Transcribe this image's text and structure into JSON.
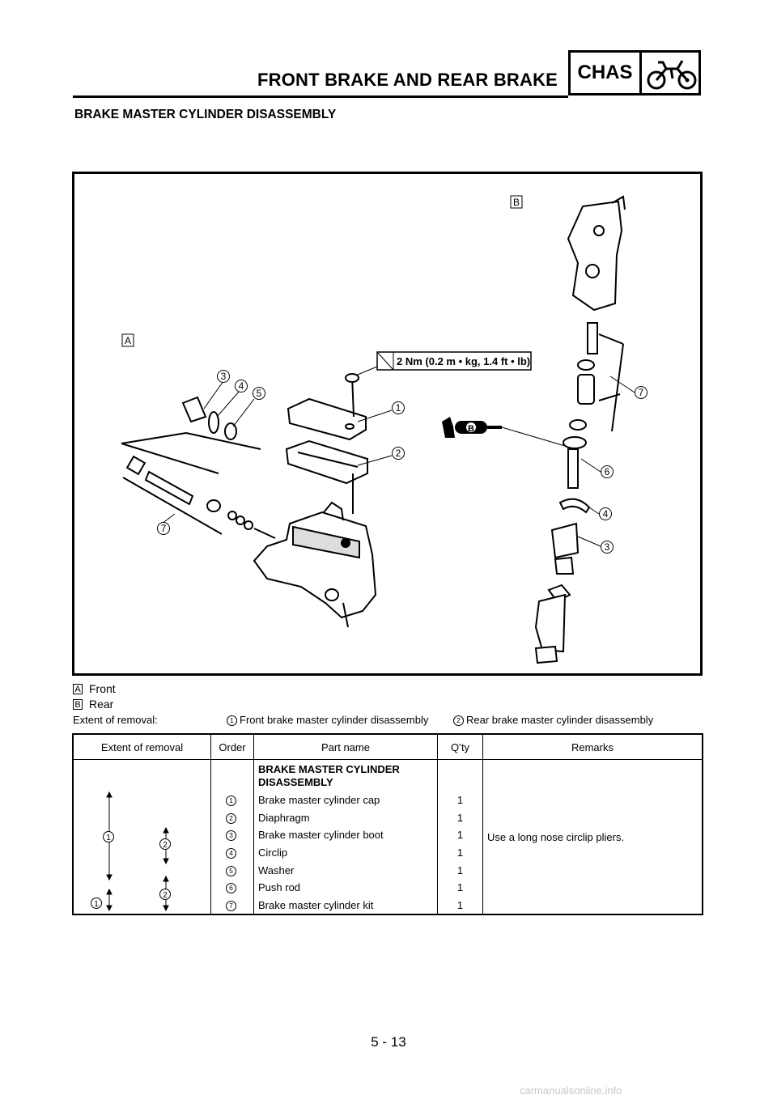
{
  "header": {
    "section_title": "FRONT BRAKE AND REAR BRAKE",
    "chas_label": "CHAS",
    "chas_icon": "motorcycle-icon"
  },
  "page_heading": "BRAKE MASTER CYLINDER DISASSEMBLY",
  "figure": {
    "label_front": "A",
    "label_rear": "B",
    "torque_spec": "2 Nm (0.2 m • kg, 1.4 ft • lb)",
    "grease_label": "B",
    "callouts_front": [
      "1",
      "2",
      "3",
      "4",
      "5",
      "7"
    ],
    "callouts_rear": [
      "7",
      "6",
      "4",
      "3"
    ]
  },
  "legend": [
    {
      "letter": "A",
      "text": "Front"
    },
    {
      "letter": "B",
      "text": "Rear"
    }
  ],
  "extent": {
    "label": "Extent of removal:",
    "items": [
      {
        "num": "1",
        "text": "Front brake master cylinder disassembly"
      },
      {
        "num": "2",
        "text": "Rear brake master cylinder disassembly"
      }
    ]
  },
  "table": {
    "headers": [
      "Extent of removal",
      "Order",
      "Part name",
      "Q’ty",
      "Remarks"
    ],
    "group_title": "BRAKE MASTER CYLINDER DISASSEMBLY",
    "rows": [
      {
        "order": "1",
        "part": "Brake master cylinder cap",
        "qty": "1"
      },
      {
        "order": "2",
        "part": "Diaphragm",
        "qty": "1"
      },
      {
        "order": "3",
        "part": "Brake master cylinder boot",
        "qty": "1"
      },
      {
        "order": "4",
        "part": "Circlip",
        "qty": "1"
      },
      {
        "order": "5",
        "part": "Washer",
        "qty": "1"
      },
      {
        "order": "6",
        "part": "Push rod",
        "qty": "1"
      },
      {
        "order": "7",
        "part": "Brake master cylinder kit",
        "qty": "1"
      }
    ],
    "remark": "Use a long nose circlip pliers.",
    "extent_marks": {
      "front_long": "1",
      "rear_upper": "2",
      "front_short": "1",
      "rear_lower": "2"
    }
  },
  "page_number": "5 - 13",
  "watermark": "carmanualsonline.info"
}
